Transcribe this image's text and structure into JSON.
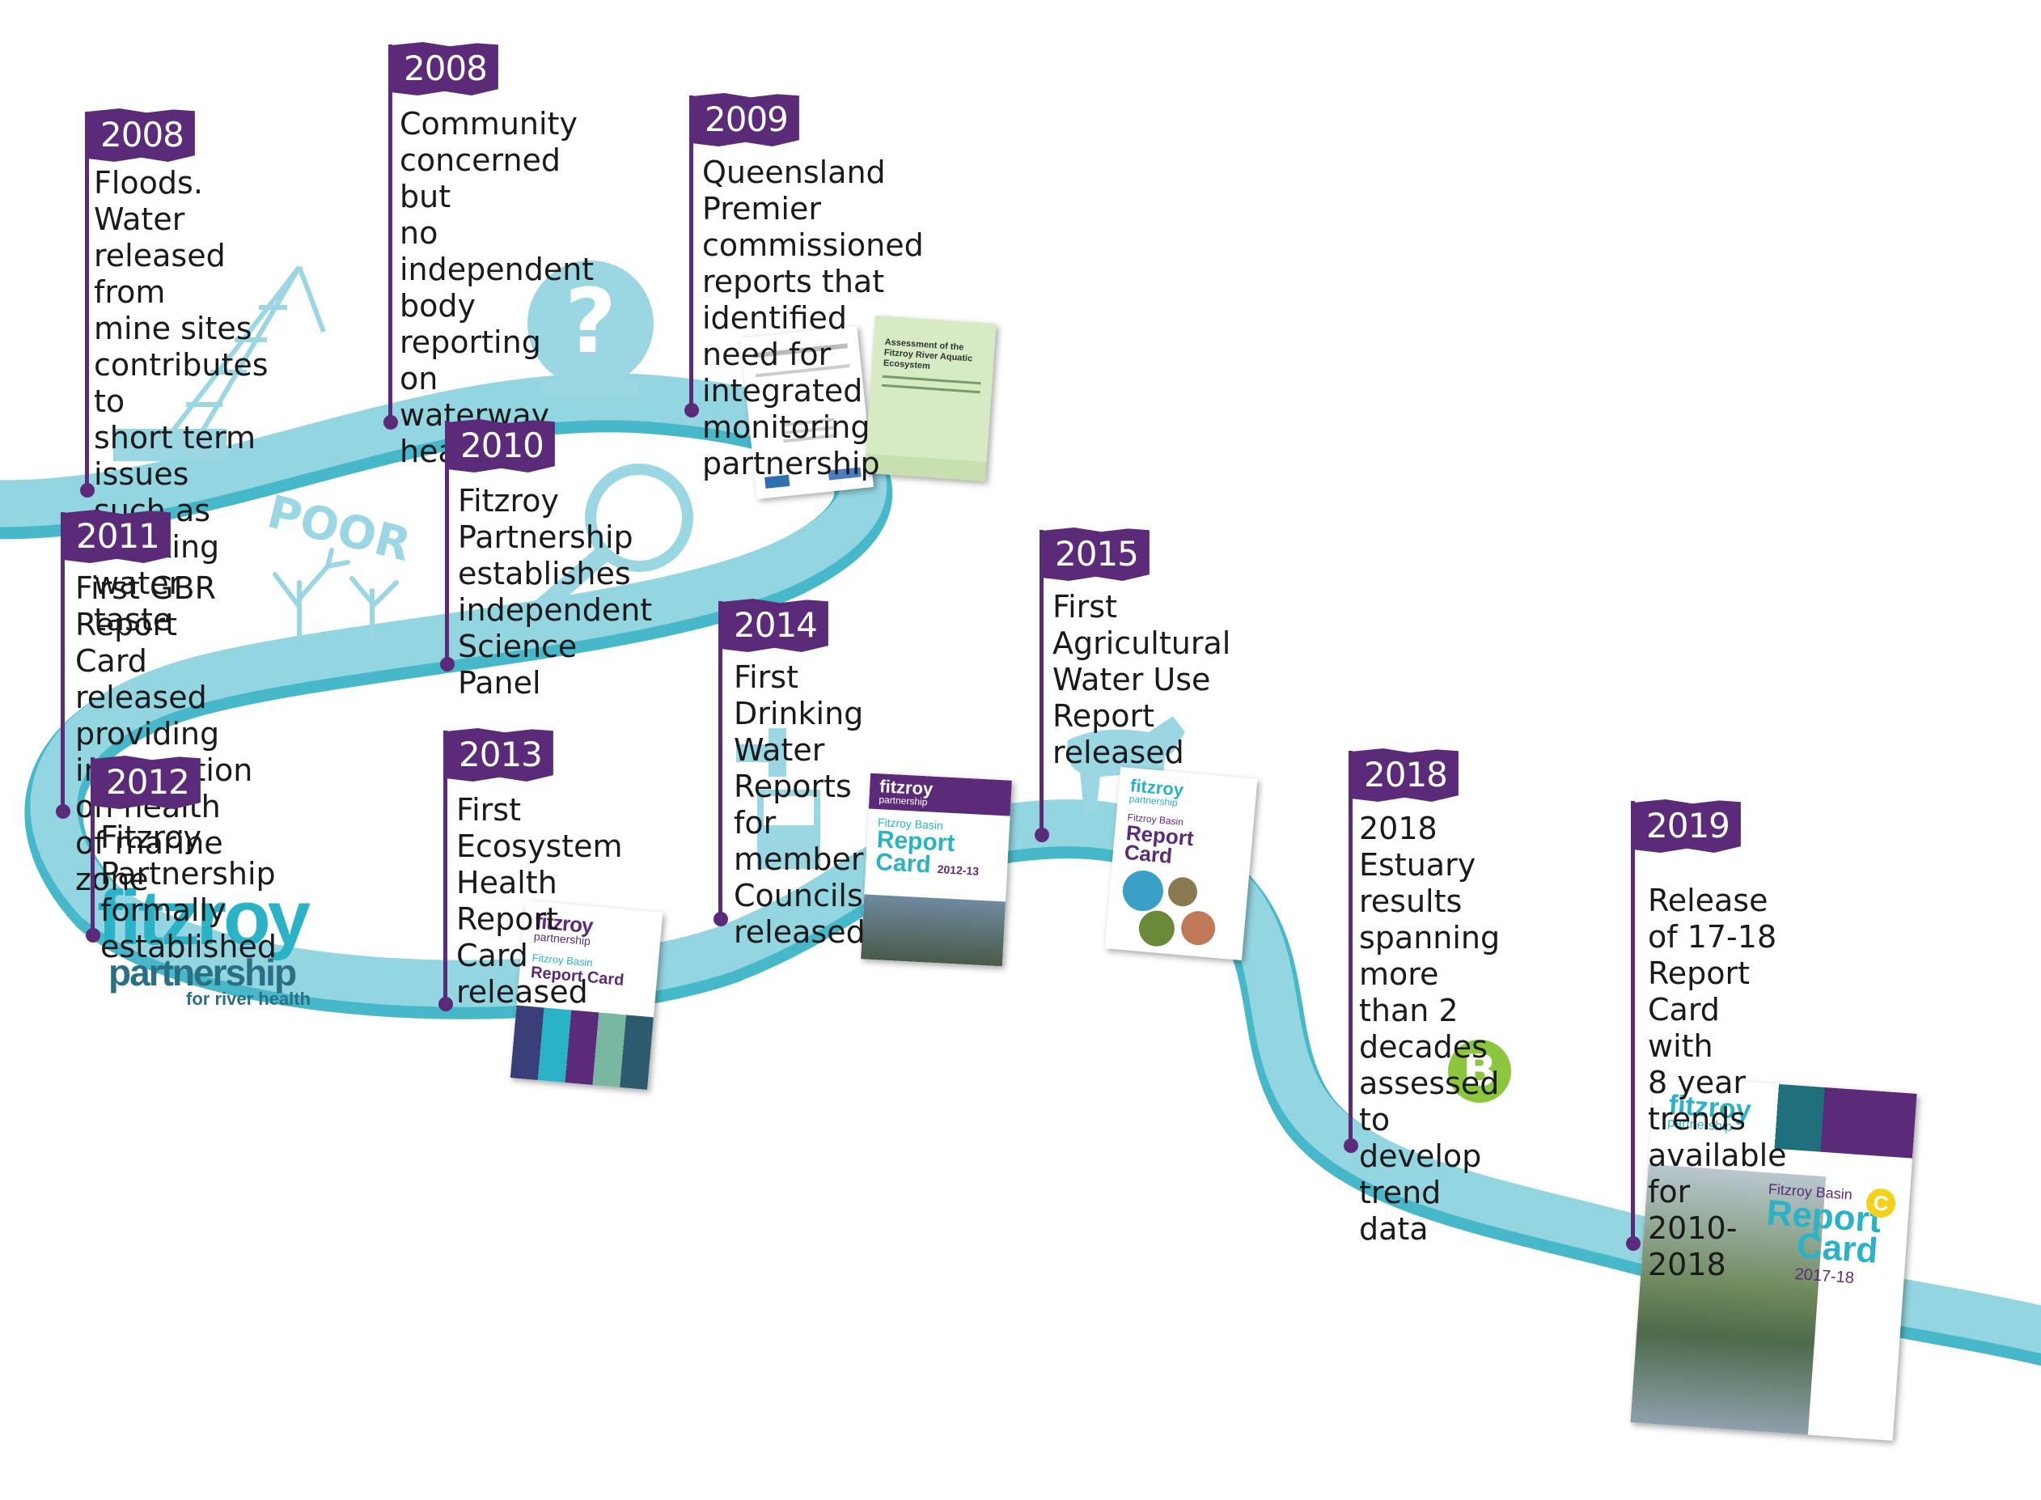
{
  "colors": {
    "river": "#8fd4e0",
    "river_edge": "#46b8c9",
    "flag": "#5b2a78",
    "icon_fill": "#9ad7e3",
    "grade_b": "#8cc63f",
    "grade_c": "#f2d21b"
  },
  "milestones": [
    {
      "year": "2008",
      "text": "Floods. Water\nreleased from\nmine sites\ncontributes to\nshort term issues\nsuch as drinking\nwater taste"
    },
    {
      "year": "2008",
      "text": "Community\nconcerned but\nno independent\nbody reporting\non waterway\nhealth"
    },
    {
      "year": "2009",
      "text": "Queensland Premier\ncommissioned reports that\nidentified need for integrated\nmonitoring partnership"
    },
    {
      "year": "2010",
      "text": "Fitzroy Partnership\nestablishes\nindependent Science\nPanel"
    },
    {
      "year": "2011",
      "text": "First GBR Report Card\nreleased providing\ninformation on health\nof marine zone"
    },
    {
      "year": "2012",
      "text": "Fitzroy Partnership\nformally established"
    },
    {
      "year": "2013",
      "text": "First Ecosystem\nHealth Report\nCard released"
    },
    {
      "year": "2014",
      "text": "First Drinking\nWater Reports for\nmember Councils\nreleased"
    },
    {
      "year": "2015",
      "text": "First Agricultural\nWater Use\nReport released"
    },
    {
      "year": "2018",
      "text": "2018 Estuary\nresults\nspanning more\nthan 2 decades\nassessed to\ndevelop trend\ndata"
    },
    {
      "year": "2019",
      "text": "Release of 17-18\nReport Card with\n8 year trends\navailable for\n2010-2018"
    }
  ],
  "icons": {
    "question_mark": "?",
    "poor_label": "POOR",
    "grade_b": "B",
    "grade_c": "C"
  },
  "logo": {
    "name": "fitzroy",
    "sub": "partnership",
    "tag": "for river health"
  },
  "docs": {
    "report_2013": {
      "brand": "fitzroy",
      "brand_sub": "partnership",
      "title_small": "Fitzroy Basin",
      "title": "Report Card"
    },
    "report_2014": {
      "brand": "fitzroy",
      "brand_sub": "partnership",
      "title_small": "Fitzroy Basin",
      "title_a": "Report",
      "title_b": "Card",
      "years": "2012-13"
    },
    "report_2015": {
      "brand": "fitzroy",
      "brand_sub": "partnership",
      "title_small": "Fitzroy Basin",
      "title_a": "Report",
      "title_b": "Card"
    },
    "report_2009_b": {
      "title": "Assessment of the Fitzroy River Aquatic Ecosystem"
    },
    "report_2019": {
      "brand": "fitzroy",
      "brand_sub": "partnership",
      "title_small": "Fitzroy Basin",
      "title_a": "Report",
      "title_b": "Card",
      "years": "2017-18"
    }
  }
}
